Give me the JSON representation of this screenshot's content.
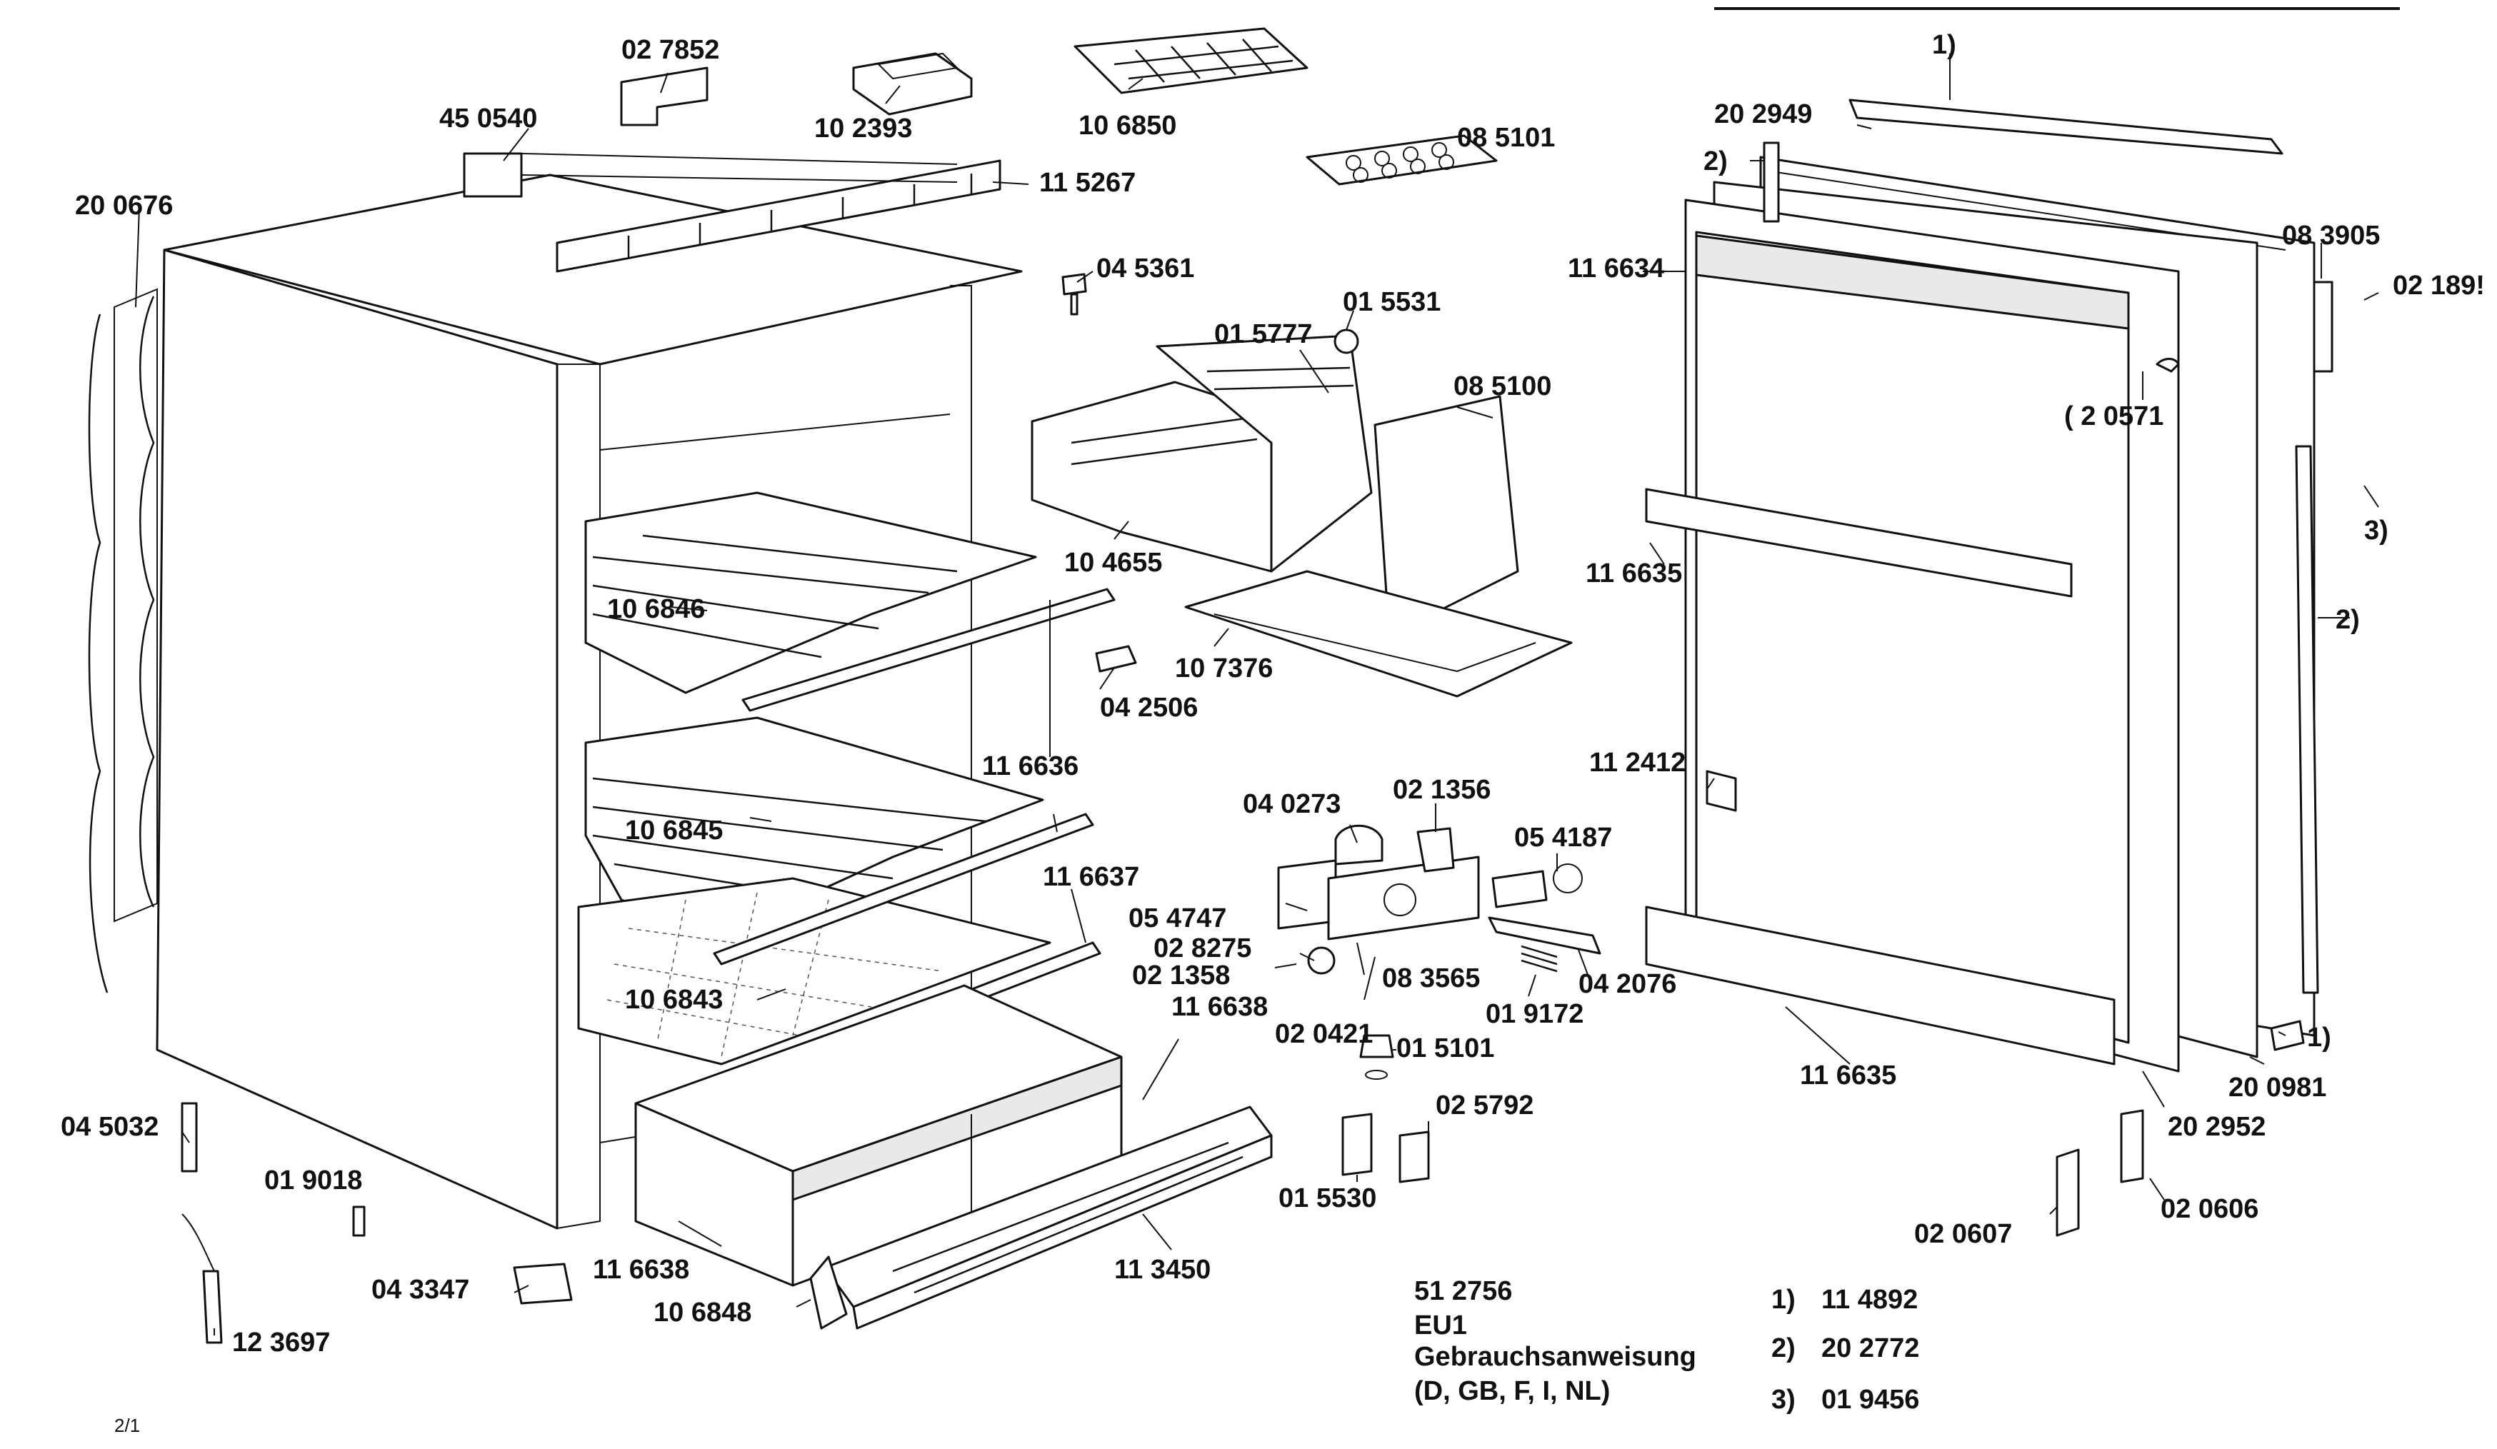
{
  "labels": {
    "p027852": "02 7852",
    "p102393": "10 2393",
    "p106850": "10 6850",
    "p450540": "45 0540",
    "p115267": "11 5267",
    "p200676": "20 0676",
    "p085101": "08 5101",
    "p045361": "04 5361",
    "p015531": "01 5531",
    "p015777": "01 5777",
    "p085100": "08 5100",
    "p104655": "10 4655",
    "p107376": "10 7376",
    "p106846": "10 6846",
    "p042506": "04 2506",
    "p116636": "11 6636",
    "p106845": "10 6845",
    "p116637": "11 6637",
    "p106843": "10 6843",
    "p116638a": "11 6638",
    "p116638b": "11 6638",
    "p113450": "11 3450",
    "p106848": "10 6848",
    "p045032": "04 5032",
    "p019018": "01 9018",
    "p043347": "04 3347",
    "p123697": "12 3697",
    "p040273": "04 0273",
    "p021356": "02 1356",
    "p054187": "05 4187",
    "p054747": "05 4747",
    "p028275": "02 8275",
    "p021358": "02 1358",
    "p083565": "08 3565",
    "p042076": "04 2076",
    "p020421": "02 0421",
    "p019172": "01 9172",
    "p015101": "01 5101",
    "p025792": "02 5792",
    "p015530": "01 5530",
    "n1top": "1)",
    "p202949": "20 2949",
    "n2top": "2)",
    "p116634": "11 6634",
    "p083905": "08 3905",
    "p02189": "02 189!",
    "p020571": "( 2 0571",
    "n3": "3)",
    "p116635a": "11 6635",
    "n2right": "2)",
    "p112412": "11 2412",
    "n1bottom": "1)",
    "p200981": "20 0981",
    "p116635b": "11 6635",
    "p202952": "20 2952",
    "p020607": "02 0607",
    "p020606": "02 0606"
  },
  "model": {
    "number": "51 2756",
    "variant": "EU1",
    "manual": "Gebrauchsanweisung",
    "languages": "(D, GB, F, I, NL)"
  },
  "legend": [
    {
      "key": "1)",
      "part": "11 4892"
    },
    {
      "key": "2)",
      "part": "20 2772"
    },
    {
      "key": "3)",
      "part": "01 9456"
    }
  ],
  "page_ref": "2/1"
}
